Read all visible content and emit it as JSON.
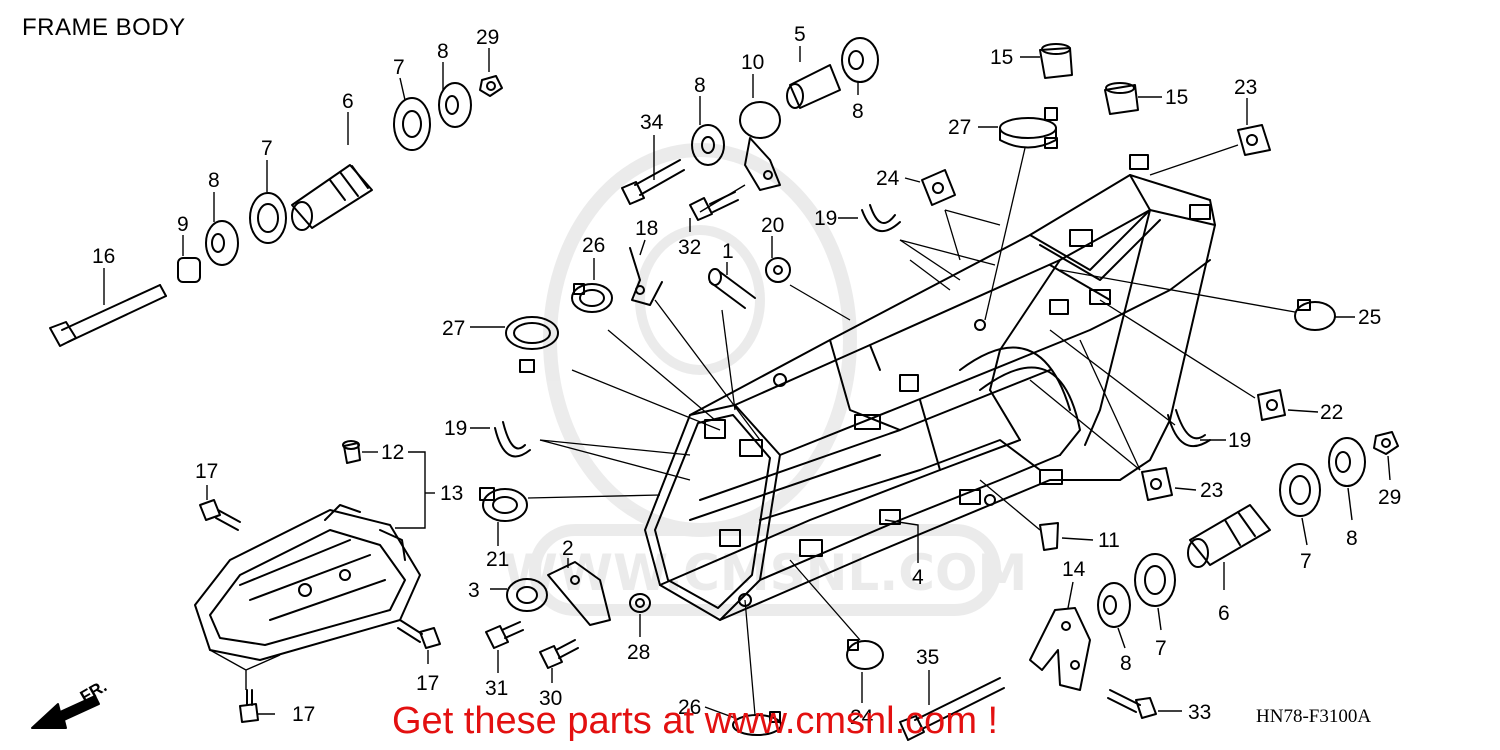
{
  "title": "FRAME BODY",
  "diagram_code": "HN78-F3100A",
  "promo": "Get these parts at www.cmsnl.com !",
  "direction_label": "FR.",
  "watermark_text": "WWW.CMSNL.COM",
  "colors": {
    "ink": "#000000",
    "promo": "#e31010",
    "watermark": "#dcdcdc"
  },
  "callouts": [
    {
      "id": "c29a",
      "text": "29"
    },
    {
      "id": "c8a",
      "text": "8"
    },
    {
      "id": "c7a",
      "text": "7"
    },
    {
      "id": "c6a",
      "text": "6"
    },
    {
      "id": "c7b",
      "text": "7"
    },
    {
      "id": "c8b",
      "text": "8"
    },
    {
      "id": "c9",
      "text": "9"
    },
    {
      "id": "c16",
      "text": "16"
    },
    {
      "id": "c5",
      "text": "5"
    },
    {
      "id": "c10",
      "text": "10"
    },
    {
      "id": "c8c",
      "text": "8"
    },
    {
      "id": "c8d",
      "text": "8"
    },
    {
      "id": "c34",
      "text": "34"
    },
    {
      "id": "c32",
      "text": "32"
    },
    {
      "id": "c15a",
      "text": "15"
    },
    {
      "id": "c15b",
      "text": "15"
    },
    {
      "id": "c23a",
      "text": "23"
    },
    {
      "id": "c27a",
      "text": "27"
    },
    {
      "id": "c24a",
      "text": "24"
    },
    {
      "id": "c19a",
      "text": "19"
    },
    {
      "id": "c20",
      "text": "20"
    },
    {
      "id": "c1",
      "text": "1"
    },
    {
      "id": "c18",
      "text": "18"
    },
    {
      "id": "c26a",
      "text": "26"
    },
    {
      "id": "c27b",
      "text": "27"
    },
    {
      "id": "c25",
      "text": "25"
    },
    {
      "id": "c22",
      "text": "22"
    },
    {
      "id": "c19b",
      "text": "19"
    },
    {
      "id": "c19c",
      "text": "19"
    },
    {
      "id": "c12",
      "text": "12"
    },
    {
      "id": "c13",
      "text": "13"
    },
    {
      "id": "c17a",
      "text": "17"
    },
    {
      "id": "c21",
      "text": "21"
    },
    {
      "id": "c2",
      "text": "2"
    },
    {
      "id": "c3",
      "text": "3"
    },
    {
      "id": "c28",
      "text": "28"
    },
    {
      "id": "c31",
      "text": "31"
    },
    {
      "id": "c30",
      "text": "30"
    },
    {
      "id": "c17b",
      "text": "17"
    },
    {
      "id": "c17c",
      "text": "17"
    },
    {
      "id": "c26b",
      "text": "26"
    },
    {
      "id": "c24b",
      "text": "24"
    },
    {
      "id": "c35",
      "text": "35"
    },
    {
      "id": "c4",
      "text": "4"
    },
    {
      "id": "c11",
      "text": "11"
    },
    {
      "id": "c14",
      "text": "14"
    },
    {
      "id": "c23b",
      "text": "23"
    },
    {
      "id": "c29b",
      "text": "29"
    },
    {
      "id": "c8e",
      "text": "8"
    },
    {
      "id": "c7c",
      "text": "7"
    },
    {
      "id": "c6b",
      "text": "6"
    },
    {
      "id": "c7d",
      "text": "7"
    },
    {
      "id": "c8f",
      "text": "8"
    },
    {
      "id": "c33",
      "text": "33"
    }
  ]
}
